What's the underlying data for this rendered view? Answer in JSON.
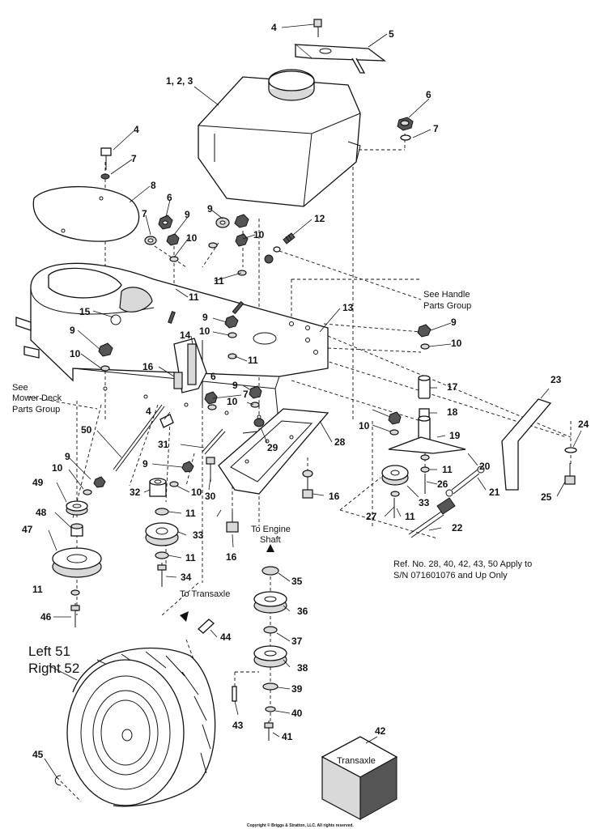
{
  "callouts": {
    "c1": "4",
    "c2": "5",
    "c3": "1, 2, 3",
    "c4": "6",
    "c5": "7",
    "c6": "4",
    "c7": "7",
    "c8": "8",
    "c9": "6",
    "c10": "7",
    "c11": "9",
    "c12": "9",
    "c13": "12",
    "c14": "10",
    "c15": "10",
    "c16": "11",
    "c17": "11",
    "c18": "13",
    "c19": "15",
    "c20": "9",
    "c21": "9",
    "c22": "10",
    "c23": "10",
    "c24": "14",
    "c25": "10",
    "c26": "11",
    "c27": "6",
    "c28": "16",
    "c29": "9",
    "c30": "7",
    "c31": "10",
    "c32": "17",
    "c33": "18",
    "c34": "23",
    "c35": "9",
    "c36": "10",
    "c37": "19",
    "c38": "24",
    "c39": "4",
    "c40": "29",
    "c41": "28",
    "c42": "50",
    "c43": "31",
    "c44": "20",
    "c45": "9",
    "c46": "10",
    "c47": "11",
    "c48": "21",
    "c49": "30",
    "c50": "26",
    "c51": "25",
    "c52": "9",
    "c53": "32",
    "c54": "10",
    "c55": "16",
    "c56": "33",
    "c57": "10",
    "c58": "49",
    "c59": "11",
    "c60": "27",
    "c61": "11",
    "c62": "22",
    "c63": "48",
    "c64": "33",
    "c65": "47",
    "c66": "11",
    "c67": "16",
    "c68": "11",
    "c69": "34",
    "c70": "35",
    "c71": "46",
    "c72": "36",
    "c73": "44",
    "c74": "37",
    "c75": "38",
    "c76": "39",
    "c77": "40",
    "c78": "43",
    "c79": "41",
    "c80": "45",
    "c81": "42"
  },
  "notes": {
    "handle_line1": "See Handle",
    "handle_line2": "Parts Group",
    "deck_line1": "See",
    "deck_line2": "Mower Deck",
    "deck_line3": "Parts Group",
    "engine_line1": "To Engine",
    "engine_line2": "Shaft",
    "transaxle_dir": "To Transaxle",
    "ref_line1": "Ref. No. 28, 40, 42, 43, 50 Apply to",
    "ref_line2": "S/N 071601076 and Up Only",
    "wheel_left": "Left 51",
    "wheel_right": "Right 52",
    "transaxle_box": "Transaxle",
    "copyright": "Copyright © Briggs & Stratton, LLC. All rights reserved."
  }
}
